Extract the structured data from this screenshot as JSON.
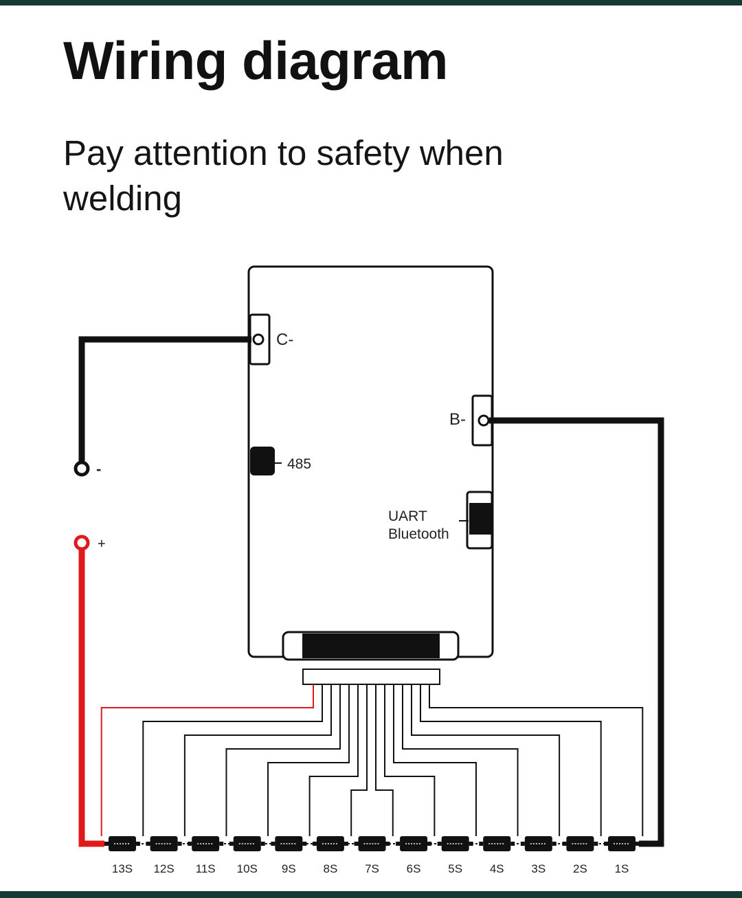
{
  "title": "Wiring diagram",
  "subtitle": "Pay attention to safety when welding",
  "diagram": {
    "ports": {
      "c_minus": "C-",
      "b_minus": "B-",
      "rs485": "485",
      "uart_line1": "UART",
      "uart_line2": "Bluetooth"
    },
    "terminals": {
      "negative": "-",
      "positive": "+"
    },
    "cells": [
      "13S",
      "12S",
      "11S",
      "10S",
      "9S",
      "8S",
      "7S",
      "6S",
      "5S",
      "4S",
      "3S",
      "2S",
      "1S"
    ],
    "colors": {
      "wire": "#111111",
      "positive_wire": "#e01a1a",
      "frame": "#173a36"
    }
  }
}
